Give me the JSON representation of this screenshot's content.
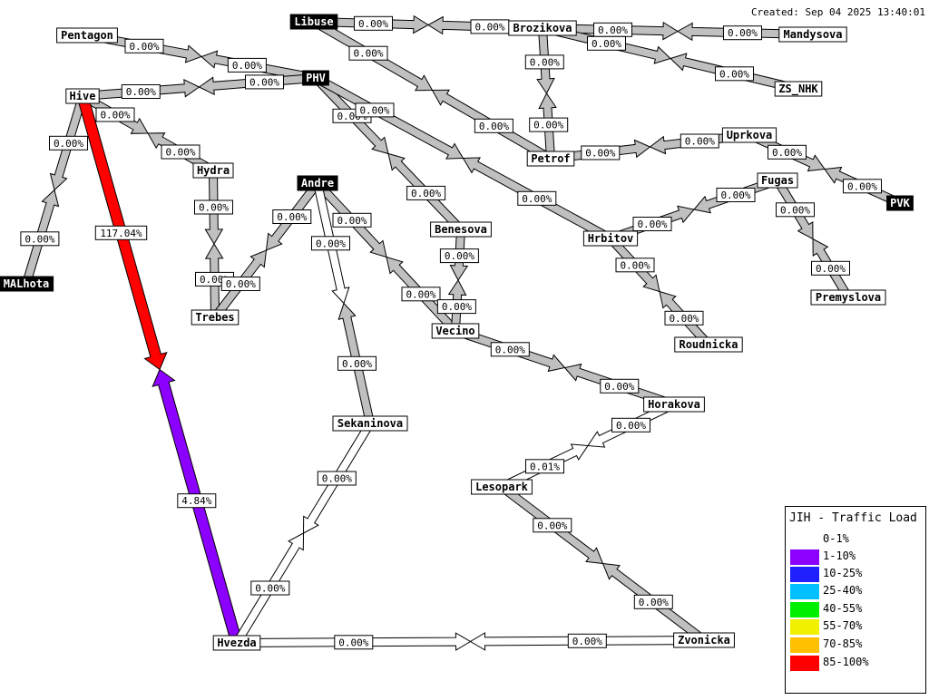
{
  "header": {
    "created": "Created: Sep 04 2025 13:40:01"
  },
  "legend": {
    "title": "JIH - Traffic Load",
    "items": [
      {
        "label": "0-1%",
        "color": "#ffffff"
      },
      {
        "label": "1-10%",
        "color": "#8c00ff"
      },
      {
        "label": "10-25%",
        "color": "#2020ff"
      },
      {
        "label": "25-40%",
        "color": "#00c0ff"
      },
      {
        "label": "40-55%",
        "color": "#00f000"
      },
      {
        "label": "55-70%",
        "color": "#f0f000"
      },
      {
        "label": "70-85%",
        "color": "#ffc000"
      },
      {
        "label": "85-100%",
        "color": "#ff0000"
      }
    ]
  },
  "colors": {
    "idle": "#c0c0c0",
    "low": "#ffffff",
    "violet": "#8c00ff",
    "red": "#ff0000"
  },
  "nodes": [
    {
      "id": "libuse",
      "label": "Libuse",
      "dark": true
    },
    {
      "id": "brozikova",
      "label": "Brozikova",
      "dark": false
    },
    {
      "id": "mandysova",
      "label": "Mandysova",
      "dark": false
    },
    {
      "id": "pentagon",
      "label": "Pentagon",
      "dark": false
    },
    {
      "id": "phv",
      "label": "PHV",
      "dark": true
    },
    {
      "id": "zs_nhk",
      "label": "ZS_NHK",
      "dark": false
    },
    {
      "id": "hive",
      "label": "Hive",
      "dark": false
    },
    {
      "id": "petrof",
      "label": "Petrof",
      "dark": false
    },
    {
      "id": "uprkova",
      "label": "Uprkova",
      "dark": false
    },
    {
      "id": "hydra",
      "label": "Hydra",
      "dark": false
    },
    {
      "id": "andre",
      "label": "Andre",
      "dark": true
    },
    {
      "id": "fugas",
      "label": "Fugas",
      "dark": false
    },
    {
      "id": "pvk",
      "label": "PVK",
      "dark": true
    },
    {
      "id": "benesova",
      "label": "Benesova",
      "dark": false
    },
    {
      "id": "hrbitov",
      "label": "Hrbitov",
      "dark": false
    },
    {
      "id": "malhota",
      "label": "MALhota",
      "dark": true
    },
    {
      "id": "premyslova",
      "label": "Premyslova",
      "dark": false
    },
    {
      "id": "trebes",
      "label": "Trebes",
      "dark": false
    },
    {
      "id": "vecino",
      "label": "Vecino",
      "dark": false
    },
    {
      "id": "roudnicka",
      "label": "Roudnicka",
      "dark": false
    },
    {
      "id": "horakova",
      "label": "Horakova",
      "dark": false
    },
    {
      "id": "sekaninova",
      "label": "Sekaninova",
      "dark": false
    },
    {
      "id": "lesopark",
      "label": "Lesopark",
      "dark": false
    },
    {
      "id": "hvezda",
      "label": "Hvezda",
      "dark": false
    },
    {
      "id": "zvonicka",
      "label": "Zvonicka",
      "dark": false
    }
  ],
  "links": [
    {
      "id": "libuse-brozikova",
      "from": "libuse",
      "to": "brozikova",
      "out": "0.00%",
      "in": "0.00%",
      "out_color": "#c0c0c0",
      "in_color": "#c0c0c0"
    },
    {
      "id": "brozikova-mandysova",
      "from": "brozikova",
      "to": "mandysova",
      "out": "0.00%",
      "in": "0.00%",
      "out_color": "#c0c0c0",
      "in_color": "#c0c0c0"
    },
    {
      "id": "brozikova-zs_nhk",
      "from": "brozikova",
      "to": "zs_nhk",
      "out": "0.00%",
      "in": "0.00%",
      "out_color": "#c0c0c0",
      "in_color": "#c0c0c0"
    },
    {
      "id": "brozikova-petrof",
      "from": "brozikova",
      "to": "petrof",
      "out": "0.00%",
      "in": "0.00%",
      "out_color": "#c0c0c0",
      "in_color": "#c0c0c0"
    },
    {
      "id": "libuse-petrof",
      "from": "libuse",
      "to": "petrof",
      "out": "0.00%",
      "in": "0.00%",
      "out_color": "#c0c0c0",
      "in_color": "#c0c0c0"
    },
    {
      "id": "pentagon-phv",
      "from": "pentagon",
      "to": "phv",
      "out": "0.00%",
      "in": "0.00%",
      "out_color": "#c0c0c0",
      "in_color": "#c0c0c0"
    },
    {
      "id": "hive-phv",
      "from": "hive",
      "to": "phv",
      "out": "0.00%",
      "in": "0.00%",
      "out_color": "#c0c0c0",
      "in_color": "#c0c0c0"
    },
    {
      "id": "hive-hydra",
      "from": "hive",
      "to": "hydra",
      "out": "0.00%",
      "in": "0.00%",
      "out_color": "#c0c0c0",
      "in_color": "#c0c0c0"
    },
    {
      "id": "hive-malhota",
      "from": "hive",
      "to": "malhota",
      "out": "0.00%",
      "in": "0.00%",
      "out_color": "#c0c0c0",
      "in_color": "#c0c0c0"
    },
    {
      "id": "hive-hvezda",
      "from": "hive",
      "to": "hvezda",
      "out": "117.04%",
      "in": "4.84%",
      "out_color": "#ff0000",
      "in_color": "#8c00ff"
    },
    {
      "id": "hydra-trebes",
      "from": "hydra",
      "to": "trebes",
      "out": "0.00%",
      "in": "0.00%",
      "out_color": "#c0c0c0",
      "in_color": "#c0c0c0"
    },
    {
      "id": "phv-benesova",
      "from": "phv",
      "to": "benesova",
      "out": "0.00%",
      "in": "0.00%",
      "out_color": "#c0c0c0",
      "in_color": "#c0c0c0"
    },
    {
      "id": "phv-hrbitov",
      "from": "phv",
      "to": "hrbitov",
      "out": "0.00%",
      "in": "0.00%",
      "out_color": "#c0c0c0",
      "in_color": "#c0c0c0"
    },
    {
      "id": "petrof-uprkova",
      "from": "petrof",
      "to": "uprkova",
      "out": "0.00%",
      "in": "0.00%",
      "out_color": "#c0c0c0",
      "in_color": "#c0c0c0"
    },
    {
      "id": "uprkova-pvk",
      "from": "uprkova",
      "to": "pvk",
      "out": "0.00%",
      "in": "0.00%",
      "out_color": "#c0c0c0",
      "in_color": "#c0c0c0"
    },
    {
      "id": "hrbitov-fugas",
      "from": "hrbitov",
      "to": "fugas",
      "out": "0.00%",
      "in": "0.00%",
      "out_color": "#c0c0c0",
      "in_color": "#c0c0c0"
    },
    {
      "id": "fugas-premyslova",
      "from": "fugas",
      "to": "premyslova",
      "out": "0.00%",
      "in": "0.00%",
      "out_color": "#c0c0c0",
      "in_color": "#c0c0c0"
    },
    {
      "id": "hrbitov-roudnicka",
      "from": "hrbitov",
      "to": "roudnicka",
      "out": "0.00%",
      "in": "0.00%",
      "out_color": "#c0c0c0",
      "in_color": "#c0c0c0"
    },
    {
      "id": "andre-trebes",
      "from": "andre",
      "to": "trebes",
      "out": "0.00%",
      "in": "0.00%",
      "out_color": "#c0c0c0",
      "in_color": "#c0c0c0"
    },
    {
      "id": "andre-vecino",
      "from": "andre",
      "to": "vecino",
      "out": "0.00%",
      "in": "0.00%",
      "out_color": "#c0c0c0",
      "in_color": "#c0c0c0"
    },
    {
      "id": "andre-sekaninova",
      "from": "andre",
      "to": "sekaninova",
      "out": "0.00%",
      "in": "0.00%",
      "out_color": "#ffffff",
      "in_color": "#c0c0c0"
    },
    {
      "id": "benesova-vecino",
      "from": "benesova",
      "to": "vecino",
      "out": "0.00%",
      "in": "0.00%",
      "out_color": "#c0c0c0",
      "in_color": "#c0c0c0"
    },
    {
      "id": "vecino-horakova",
      "from": "vecino",
      "to": "horakova",
      "out": "0.00%",
      "in": "0.00%",
      "out_color": "#c0c0c0",
      "in_color": "#c0c0c0"
    },
    {
      "id": "horakova-lesopark",
      "from": "horakova",
      "to": "lesopark",
      "out": "0.00%",
      "in": "0.01%",
      "out_color": "#ffffff",
      "in_color": "#ffffff"
    },
    {
      "id": "lesopark-zvonicka",
      "from": "lesopark",
      "to": "zvonicka",
      "out": "0.00%",
      "in": "0.00%",
      "out_color": "#c0c0c0",
      "in_color": "#c0c0c0"
    },
    {
      "id": "sekaninova-hvezda",
      "from": "sekaninova",
      "to": "hvezda",
      "out": "0.00%",
      "in": "0.00%",
      "out_color": "#ffffff",
      "in_color": "#ffffff"
    },
    {
      "id": "hvezda-zvonicka",
      "from": "hvezda",
      "to": "zvonicka",
      "out": "0.00%",
      "in": "0.00%",
      "out_color": "#ffffff",
      "in_color": "#ffffff"
    }
  ]
}
